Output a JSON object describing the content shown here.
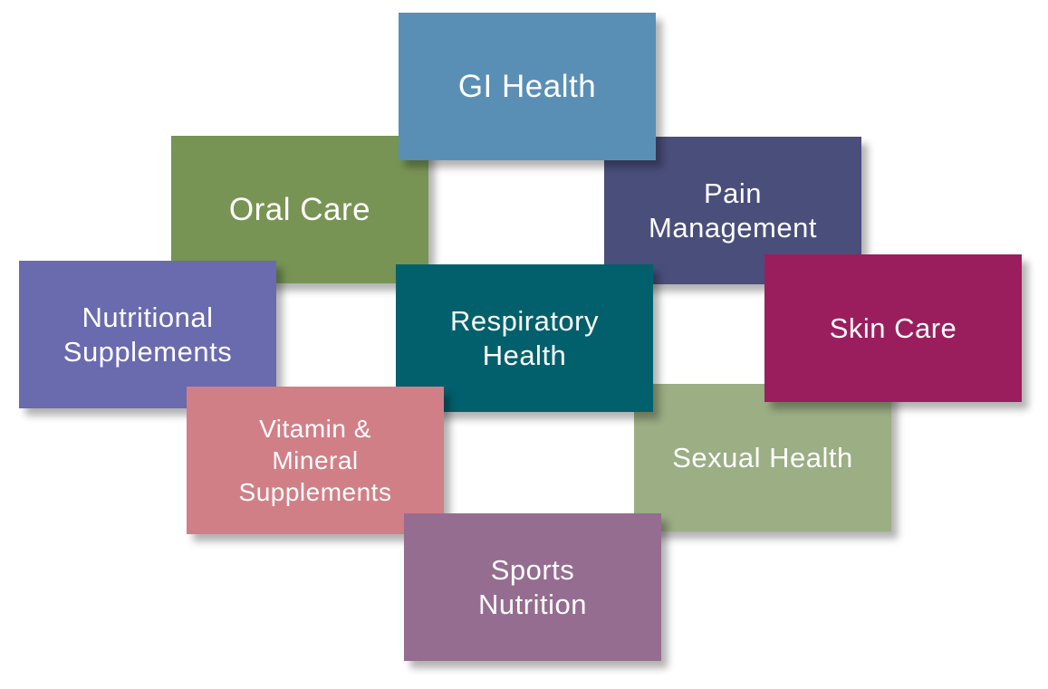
{
  "tiles": {
    "gi": {
      "label": "GI Health",
      "color": "#5a8fb5"
    },
    "oral": {
      "label": "Oral Care",
      "color": "#779454"
    },
    "pain": {
      "label": "Pain\nManagement",
      "color": "#4a4e7b"
    },
    "nutri": {
      "label": "Nutritional\nSupplements",
      "color": "#6a6aaf"
    },
    "resp": {
      "label": "Respiratory\nHealth",
      "color": "#02606c"
    },
    "skin": {
      "label": "Skin Care",
      "color": "#9a1e5d"
    },
    "sexual": {
      "label": "Sexual Health",
      "color": "#9bae84"
    },
    "vitamin": {
      "label": "Vitamin &\nMineral\nSupplements",
      "color": "#d17f87"
    },
    "sports": {
      "label": "Sports\nNutrition",
      "color": "#956d90"
    }
  }
}
